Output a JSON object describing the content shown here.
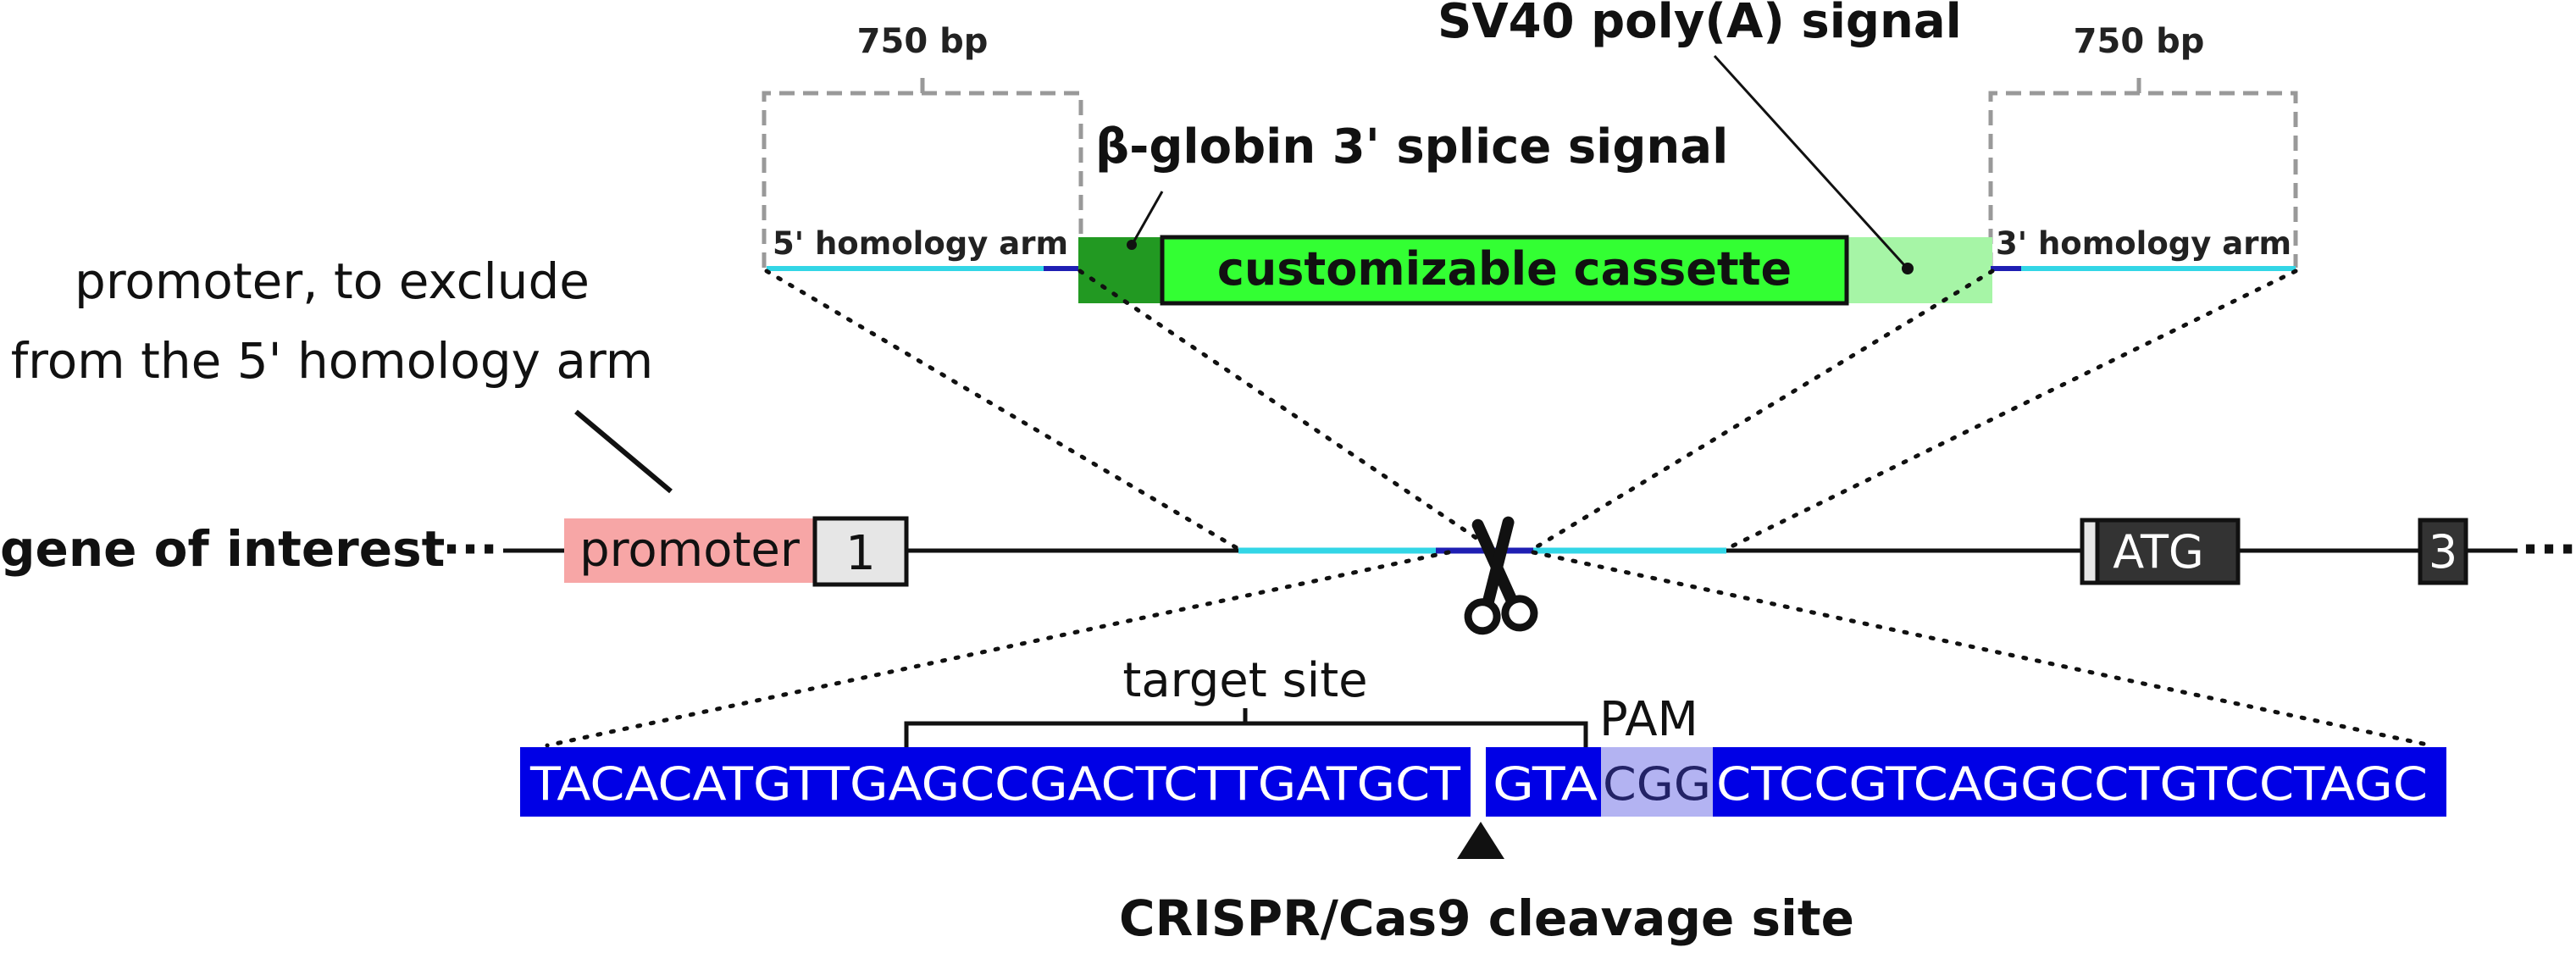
{
  "labels": {
    "left_bp": "750 bp",
    "right_bp": "750 bp",
    "polya": "SV40 poly(A) signal",
    "splice": "β-globin 3' splice signal",
    "left_arm": "5' homology arm",
    "right_arm": "3' homology arm",
    "cassette": "customizable cassette",
    "promoter_note_line1": "promoter, to exclude",
    "promoter_note_line2": "from the 5' homology arm",
    "gene": "gene of interest",
    "ellipsis_left": "···",
    "ellipsis_right": "···",
    "promoter": "promoter",
    "exon1": "1",
    "exon_atg": "ATG",
    "exon3": "3",
    "target_site": "target site",
    "pam": "PAM",
    "seq_part1": "TACACATGTTGAGCCGACTCTTGATGCT",
    "seq_part2": "GTA",
    "seq_pam": "CGG",
    "seq_part3": "CTCCGTCAGGCCTGTCCTAGC",
    "cleavage": "CRISPR/Cas9 cleavage site"
  },
  "colors": {
    "promoter": "#f7a6a6",
    "exon_light": "#e6e6e6",
    "exon_dark": "#333333",
    "seq_blue": "#0000e6",
    "pam_bg": "#b3b3f2",
    "cyan": "#33d6e6",
    "navy": "#1f1fb3",
    "cassette": "#33ff33",
    "splice": "#229922",
    "polya": "#a6f5a6",
    "bracket_gray": "#999999"
  },
  "icons": {
    "scissors": "scissors-icon",
    "cleavage_marker": "triangle-up-icon"
  }
}
